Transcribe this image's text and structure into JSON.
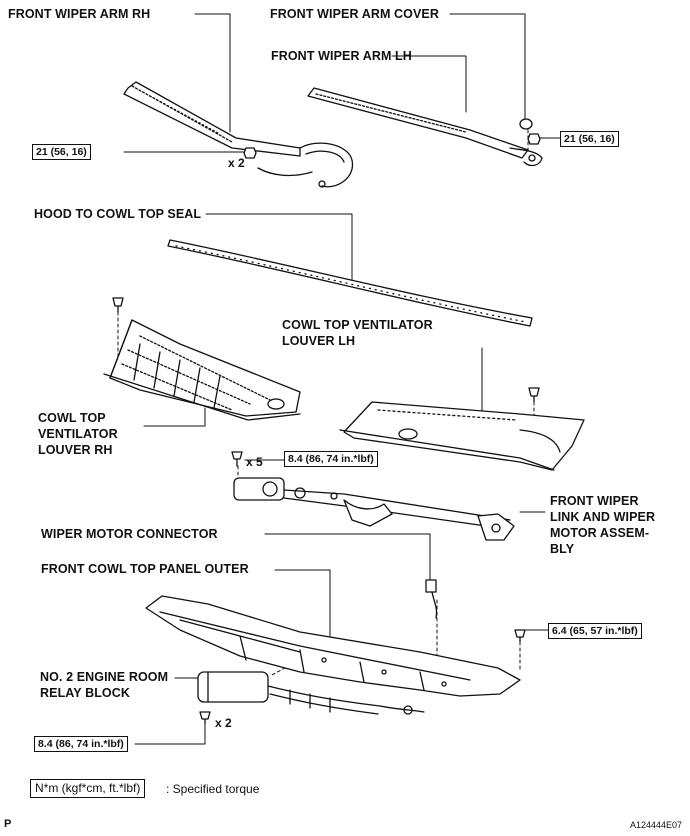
{
  "labels": {
    "wiper_arm_rh": "FRONT WIPER ARM RH",
    "wiper_arm_cover": "FRONT WIPER ARM COVER",
    "wiper_arm_lh": "FRONT WIPER ARM LH",
    "hood_seal": "HOOD TO COWL TOP SEAL",
    "louver_lh_1": "COWL TOP VENTILATOR",
    "louver_lh_2": "LOUVER LH",
    "louver_rh_1": "COWL TOP",
    "louver_rh_2": "VENTILATOR",
    "louver_rh_3": "LOUVER RH",
    "link_assy_1": "FRONT WIPER",
    "link_assy_2": "LINK AND WIPER",
    "link_assy_3": "MOTOR ASSEM-",
    "link_assy_4": "BLY",
    "motor_connector": "WIPER MOTOR CONNECTOR",
    "cowl_panel": "FRONT COWL TOP PANEL OUTER",
    "relay_block_1": "NO. 2 ENGINE ROOM",
    "relay_block_2": "RELAY BLOCK"
  },
  "torques": {
    "arm_rh": "21 (56, 16)",
    "arm_lh": "21 (56, 16)",
    "link_bolts": "8.4 (86, 74 in.*lbf)",
    "panel_bolt": "6.4 (65, 57 in.*lbf)",
    "relay_bolts": "8.4 (86, 74 in.*lbf)"
  },
  "quantities": {
    "arm_rh_nuts": "x 2",
    "link_bolts": "x 5",
    "relay_bolts": "x 2"
  },
  "legend": {
    "unit": "N*m (kgf*cm, ft.*lbf)",
    "text": ": Specified torque"
  },
  "footer": {
    "page_mark": "P",
    "figure_id": "A124444E07"
  }
}
